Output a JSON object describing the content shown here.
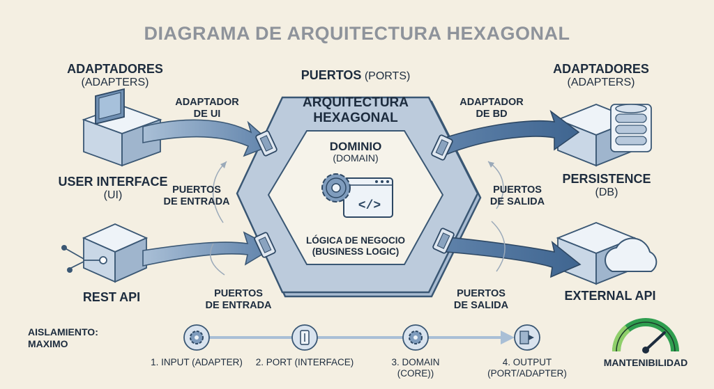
{
  "title": "DIAGRAMA DE ARQUITECTURA HEXAGONAL",
  "left": {
    "heading": "ADAPTADORES",
    "heading_sub": "(ADAPTERS)",
    "ui_label": "USER INTERFACE",
    "ui_sub": "(UI)",
    "rest_label": "REST API"
  },
  "right": {
    "heading": "ADAPTADORES",
    "heading_sub": "(ADAPTERS)",
    "db_label": "PERSISTENCE",
    "db_sub": "(DB)",
    "api_label": "EXTERNAL API"
  },
  "ports": {
    "title": "PUERTOS",
    "title_sub": "(PORTS)"
  },
  "hexagon": {
    "title_line1": "ARQUITECTURA",
    "title_line2": "HEXAGONAL",
    "domain_title": "DOMINIO",
    "domain_sub": "(DOMAIN)",
    "logic_line1": "LÓGICA DE NEGOCIO",
    "logic_line2": "(BUSINESS LOGIC)"
  },
  "arrows": {
    "ui_adapter_line1": "ADAPTADOR",
    "ui_adapter_line2": "DE UI",
    "db_adapter_line1": "ADAPTADOR",
    "db_adapter_line2": "DE BD",
    "in_ports_mid_line1": "PUERTOS",
    "in_ports_mid_line2": "DE ENTRADA",
    "out_ports_mid_line1": "PUERTOS",
    "out_ports_mid_line2": "DE SALIDA",
    "in_ports_low_line1": "PUERTOS",
    "in_ports_low_line2": "DE ENTRADA",
    "out_ports_low_line1": "PUERTOS",
    "out_ports_low_line2": "DE SALIDA"
  },
  "flow": {
    "isolation_line1": "AISLAMIENTO:",
    "isolation_line2": "MAXIMO",
    "steps": [
      {
        "label_line1": "1. INPUT (ADAPTER)",
        "label_line2": "",
        "icon": "gear-icon"
      },
      {
        "label_line1": "2. PORT (INTERFACE)",
        "label_line2": "",
        "icon": "port-icon"
      },
      {
        "label_line1": "3. DOMAIN",
        "label_line2": "(CORE))",
        "icon": "gear-icon"
      },
      {
        "label_line1": "4. OUTPUT",
        "label_line2": "(PORT/ADAPTER)",
        "icon": "output-icon"
      }
    ],
    "maintainability": "MANTENIBILIDAD"
  },
  "colors": {
    "background": "#f4efe2",
    "hex_fill": "#bccbdc",
    "hex_stroke": "#3a5774",
    "box_fill": "#d9e3ee",
    "arrow_fill": "#6e8fb3",
    "title_gray": "#8e939b",
    "gauge_green": "#2f9e4f"
  }
}
